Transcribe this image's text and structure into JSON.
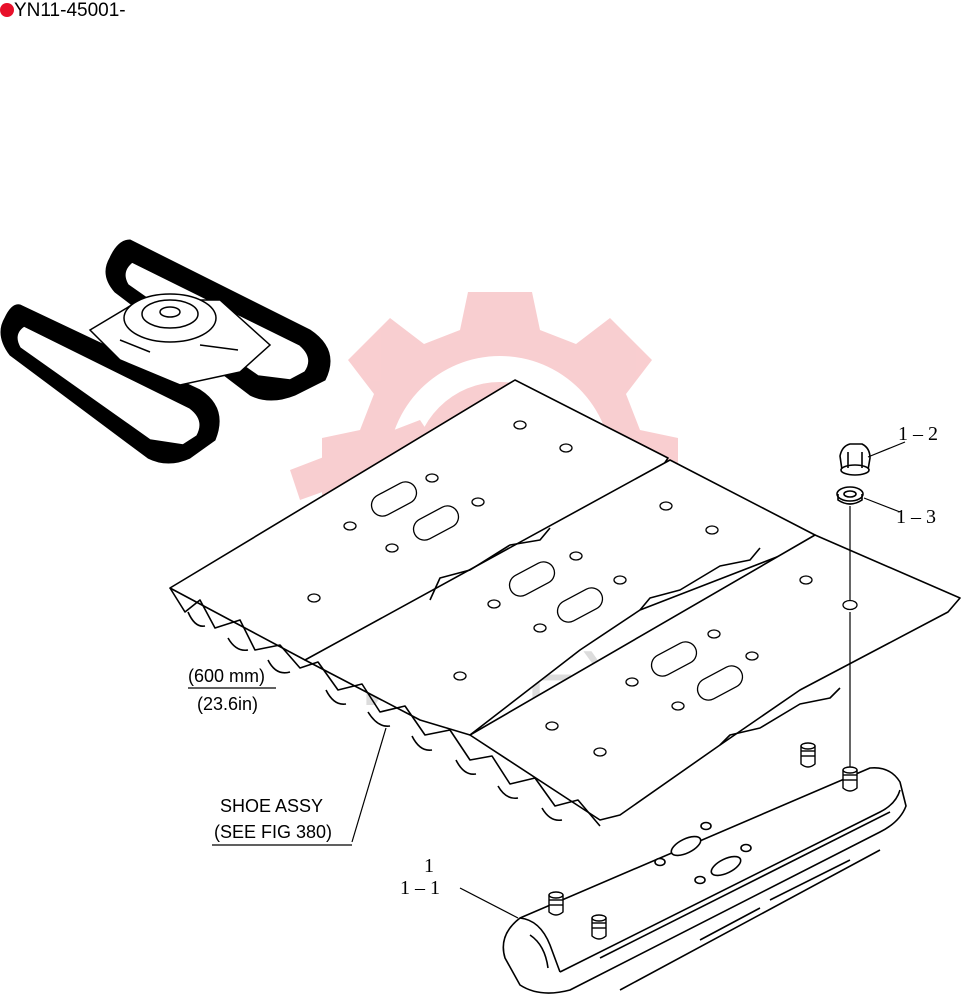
{
  "serial_number": "YN11-45001-",
  "watermark_text": "ИНТЕХ",
  "colors": {
    "watermark": "#f7c4c6",
    "serial_mark": "#e8102a",
    "line": "#000000"
  },
  "labels": {
    "shoe_width_mm": "(600 mm)",
    "shoe_width_in": "(23.6in)",
    "shoe_assy_line1": "SHOE ASSY",
    "shoe_assy_line2": "(SEE FIG 380)"
  },
  "callouts": {
    "nut": "1 – 2",
    "washer": "1 – 3",
    "shoe_qty": "1",
    "shoe": "1 – 1"
  }
}
